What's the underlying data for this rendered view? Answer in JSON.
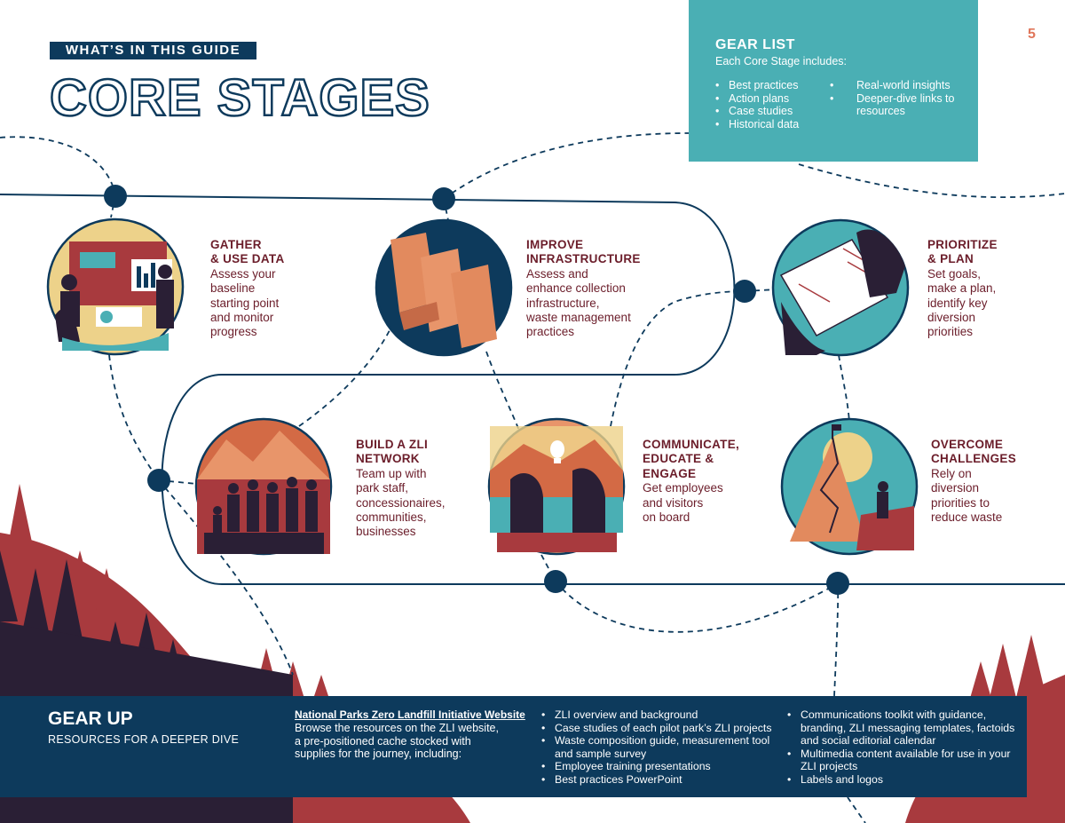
{
  "page_number": "5",
  "section_tag": "WHAT’S IN THIS GUIDE",
  "page_title": "CORE STAGES",
  "gear_list": {
    "title": "GEAR LIST",
    "subtitle": "Each Core Stage includes:",
    "col1": [
      "Best practices",
      "Action plans",
      "Case studies",
      "Historical data"
    ],
    "col2": [
      "Real-world insights",
      "Deeper-dive links to resources"
    ]
  },
  "stages": [
    {
      "title": "GATHER\n& USE DATA",
      "desc": "Assess your\nbaseline\nstarting point\nand monitor\nprogress"
    },
    {
      "title": "IMPROVE\nINFRASTRUCTURE",
      "desc": "Assess and\nenhance collection\ninfrastructure,\nwaste management\npractices"
    },
    {
      "title": "PRIORITIZE\n& PLAN",
      "desc": "Set goals,\nmake a plan,\nidentify key\ndiversion\npriorities"
    },
    {
      "title": "BUILD A ZLI\nNETWORK",
      "desc": "Team up with\npark staff,\nconcessionaires,\ncommunities,\nbusinesses"
    },
    {
      "title": "COMMUNICATE,\nEDUCATE &\nENGAGE",
      "desc": "Get employees\nand visitors\non board"
    },
    {
      "title": "OVERCOME\nCHALLENGES",
      "desc": "Rely on\ndiversion\npriorities to\nreduce waste"
    }
  ],
  "gear_up": {
    "title": "GEAR UP",
    "subtitle": "RESOURCES FOR A DEEPER DIVE",
    "link": "National Parks Zero Landfill Initiative Website",
    "desc": "Browse the resources on the ZLI website,\na pre-positioned cache stocked with\nsupplies for the journey, including:",
    "list1": [
      "ZLI overview and background",
      "Case studies of each pilot park’s ZLI projects",
      "Waste composition guide, measurement tool and sample survey",
      "Employee training presentations",
      "Best practices PowerPoint"
    ],
    "list2": [
      "Communications toolkit with guidance, branding, ZLI messaging templates, factoids and social editorial calendar",
      "Multimedia content available for use in your ZLI projects",
      "Labels and logos"
    ]
  },
  "colors": {
    "navy": "#0d3a5c",
    "teal": "#4aafb4",
    "maroon": "#6b1d2a",
    "coral": "#e0765a",
    "rust": "#a83a3e",
    "dark_forest": "#2a1f35"
  }
}
